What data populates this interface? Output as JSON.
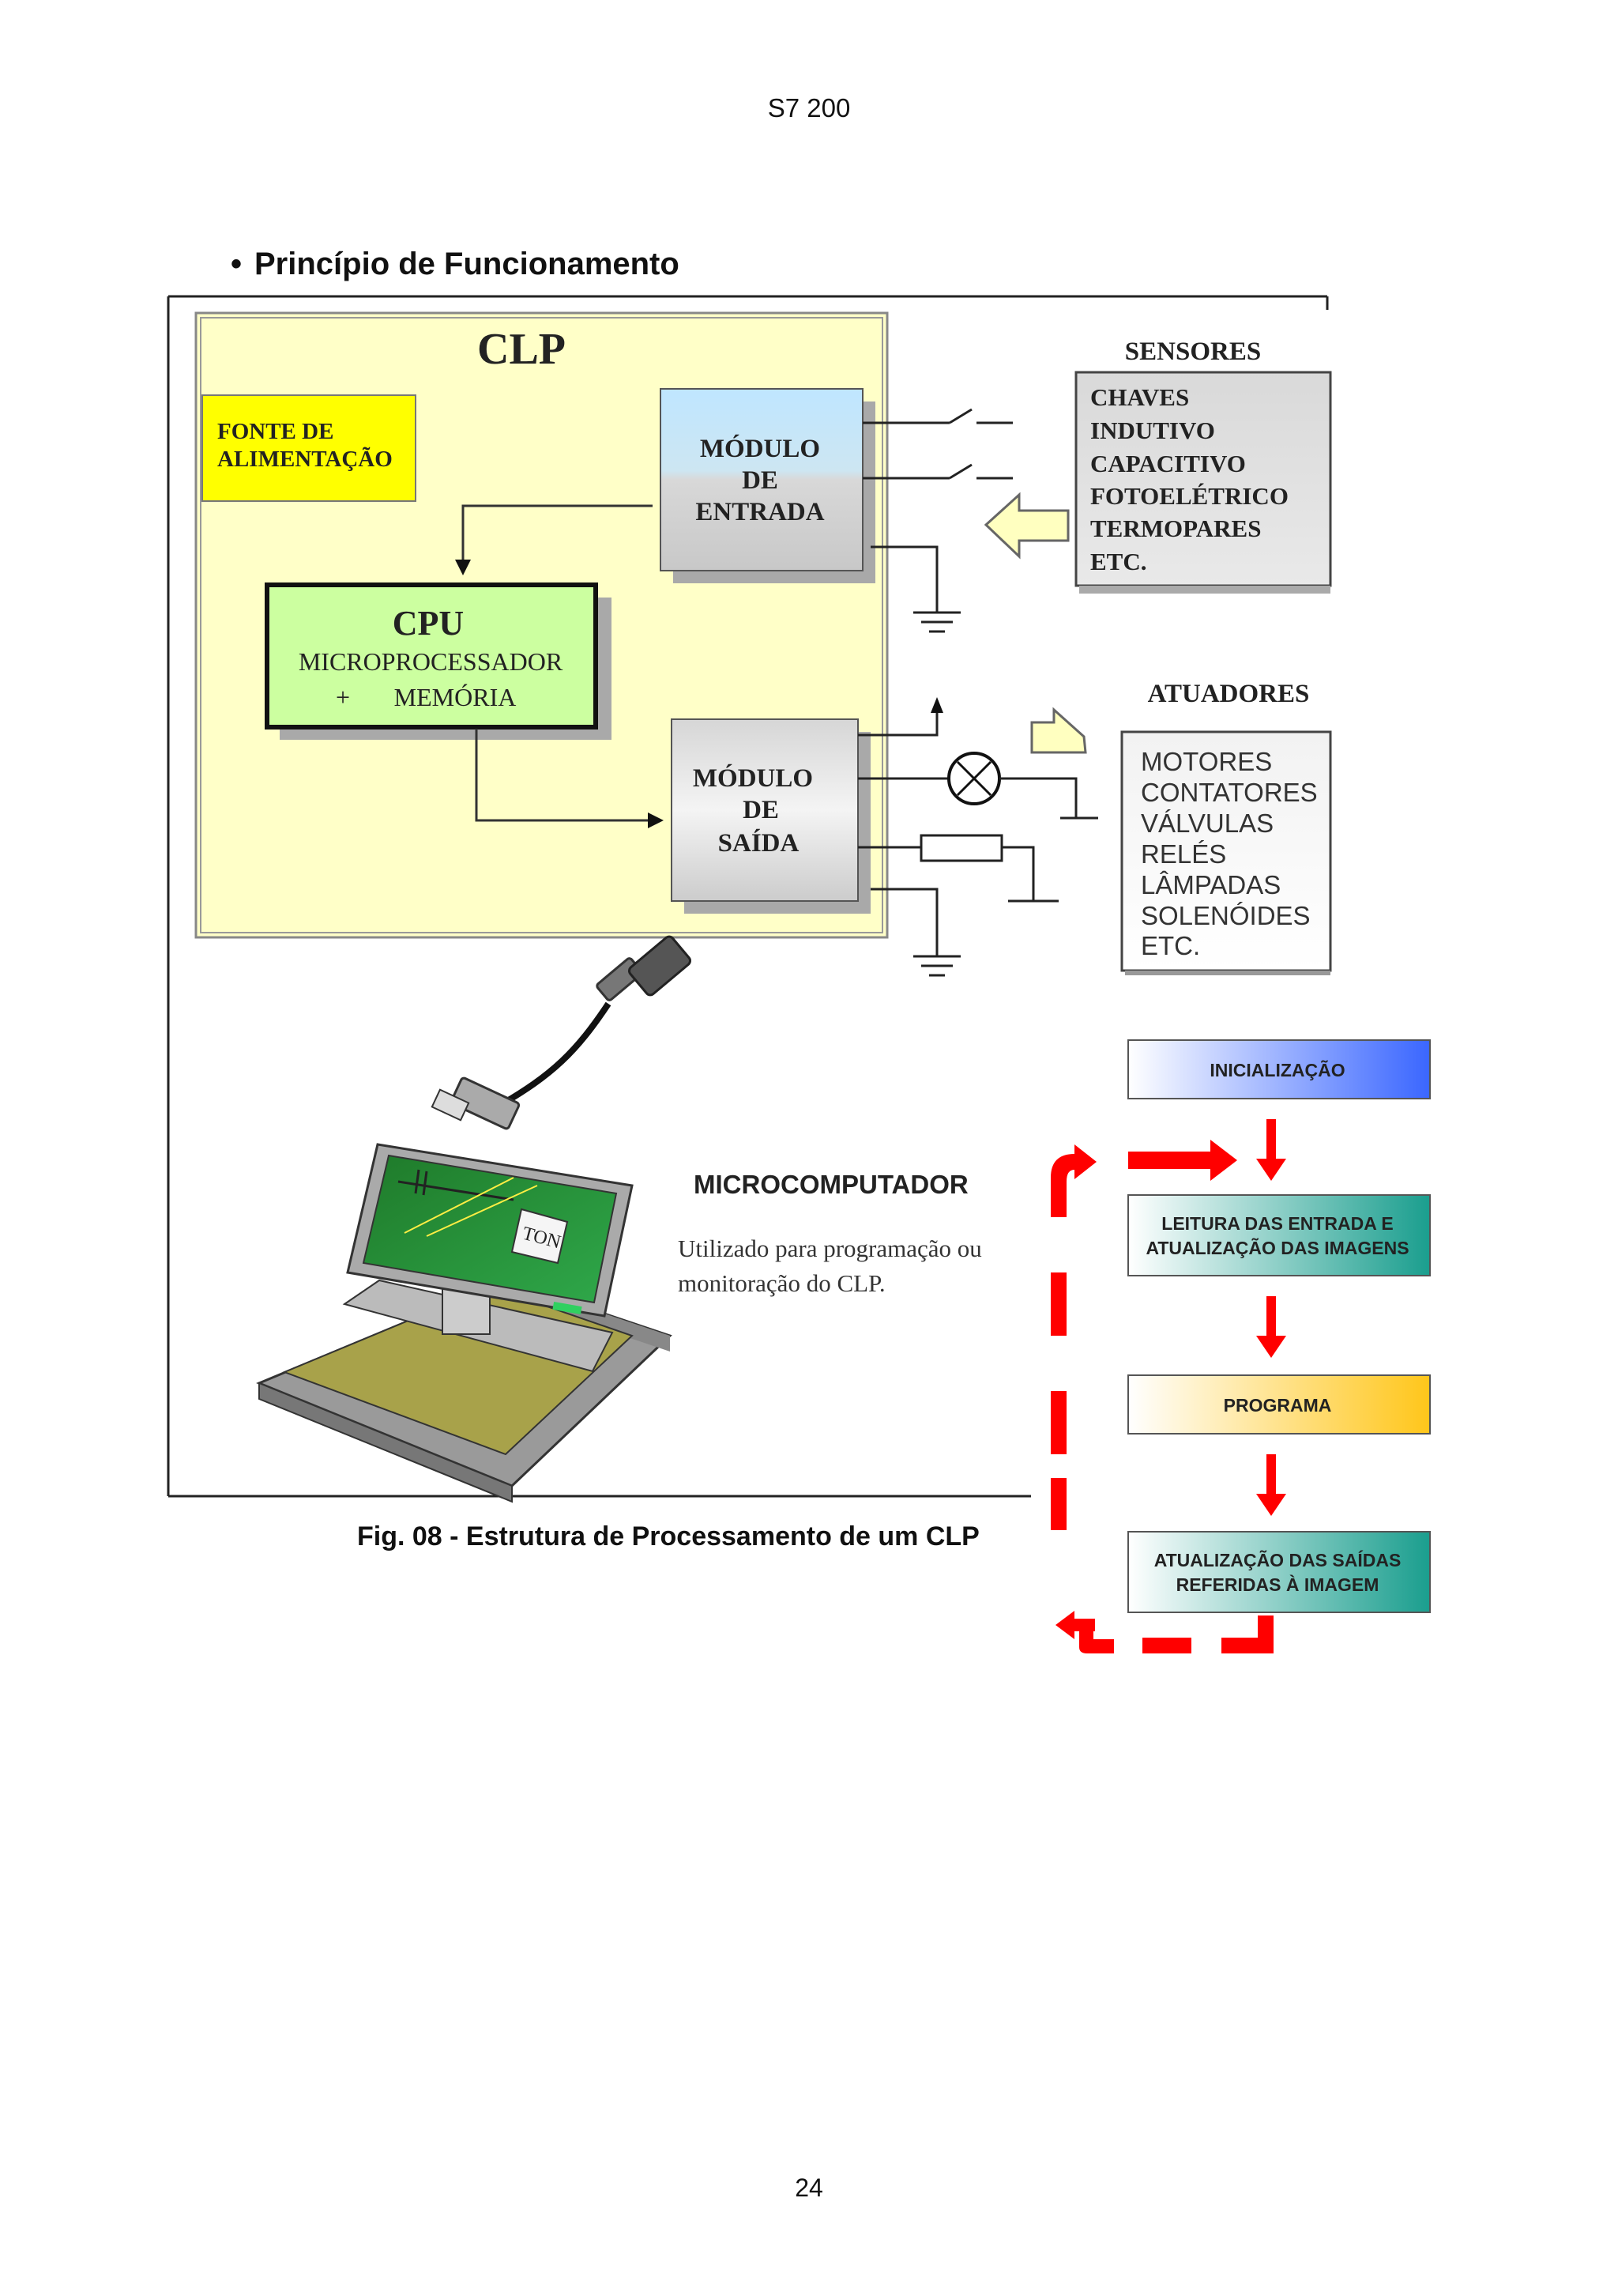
{
  "header": {
    "title": "S7 200"
  },
  "section": {
    "bullet": "•",
    "title": "Princípio de  Funcionamento"
  },
  "figure": {
    "clp_title": "CLP",
    "power_supply": [
      "FONTE DE",
      "ALIMENTAÇÃO"
    ],
    "input_module": [
      "MÓDULO",
      "DE",
      "ENTRADA"
    ],
    "cpu": {
      "title": "CPU",
      "line1": "MICROPROCESSADOR",
      "line2_plus": "+",
      "line2_mem": "MEMÓRIA"
    },
    "output_module": [
      "MÓDULO",
      "DE",
      "SAÍDA"
    ],
    "sensors": {
      "title": "SENSORES",
      "items": [
        "CHAVES",
        "INDUTIVO",
        "CAPACITIVO",
        "FOTOELÉTRICO",
        "TERMOPARES",
        "ETC."
      ]
    },
    "actuators": {
      "title": "ATUADORES",
      "items": [
        "MOTORES",
        "CONTATORES",
        "VÁLVULAS",
        "RELÉS",
        "LÂMPADAS",
        "SOLENÓIDES",
        "ETC."
      ]
    },
    "screen_label": "TON",
    "computer": {
      "title": "MICROCOMPUTADOR",
      "desc_line1": "Utilizado para programação ou",
      "desc_line2": "monitoração do CLP."
    },
    "cycle": {
      "init": "INICIALIZAÇÃO",
      "read": [
        "LEITURA DAS ENTRADA E",
        "ATUALIZAÇÃO DAS IMAGENS"
      ],
      "program": "PROGRAMA",
      "update": [
        "ATUALIZAÇÃO DAS SAÍDAS",
        "REFERIDAS À IMAGEM"
      ]
    },
    "colors": {
      "panel": "#ffffc8",
      "power": "#ffff00",
      "cpu": "#ccffa0",
      "arrow_red": "#ff0000",
      "init": "#3a66ff",
      "teal": "#1a9e8e",
      "program": "#ffcc22"
    }
  },
  "caption": "Fig. 08 - Estrutura de Processamento de um CLP",
  "footer": {
    "page_number": "24"
  }
}
